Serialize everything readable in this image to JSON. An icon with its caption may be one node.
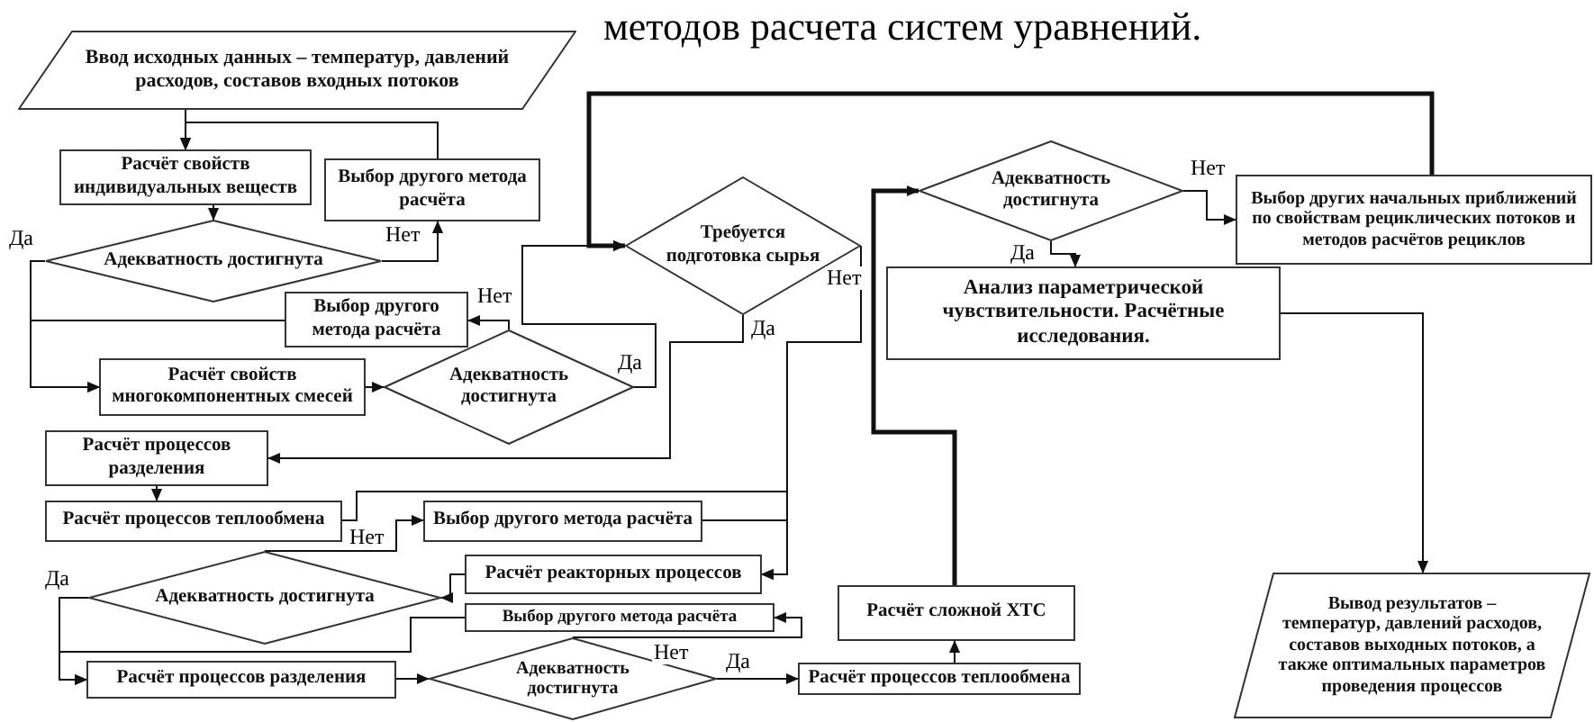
{
  "diagram": {
    "nodes": [
      {
        "text": [
          "Ввод исходных данных – температур, давлений расходов, составов входных потоков"
        ]
      },
      {
        "text": [
          "Расчёт свойств индивидуальных веществ"
        ]
      },
      {
        "text": [
          "Выбор другого метода расчёта"
        ]
      },
      {
        "text": [
          "Адекватность достигнута"
        ]
      },
      {
        "text": [
          "Выбор другого метода расчёта"
        ]
      },
      {
        "text": [
          "Расчёт свойств многокомпонентных смесей"
        ]
      },
      {
        "text": [
          "Адекватность достигнута"
        ]
      },
      {
        "text": [
          "Требуется подготовка сырья"
        ]
      },
      {
        "text": [
          "Расчёт процессов разделения"
        ]
      },
      {
        "text": [
          "Расчёт процессов теплообмена"
        ]
      },
      {
        "text": [
          "Выбор другого метода расчёта"
        ]
      },
      {
        "text": [
          "Адекватность достигнута"
        ]
      },
      {
        "text": [
          "Расчёт реакторных процессов"
        ]
      },
      {
        "text": [
          "Выбор другого метода расчёта"
        ]
      },
      {
        "text": [
          "Адекватность достигнута"
        ]
      },
      {
        "text": [
          "Расчёт процессов разделения"
        ]
      },
      {
        "text": [
          "Расчёт процессов теплообмена"
        ]
      },
      {
        "text": [
          "Расчёт сложной ХТС"
        ]
      },
      {
        "text": [
          "Адекватность достигнута"
        ]
      },
      {
        "text": [
          "Анализ параметрической чувствительности. Расчётные исследования."
        ]
      },
      {
        "text": [
          "Выбор других начальных приближений по свойствам рециклических потоков и методов расчётов рециклов"
        ]
      },
      {
        "text": [
          "Вывод результатов – температур, давлений расходов, составов выходных потоков, а также оптимальных параметров проведения процессов"
        ]
      }
    ],
    "edges": [
      {
        "from": 0,
        "to": 1,
        "arrow": "to"
      },
      {
        "from": 2,
        "to": 1,
        "arrow": "to"
      },
      {
        "from": 1,
        "to": 3,
        "arrow": "to"
      },
      {
        "from": 3,
        "to": 2,
        "label": "Нет",
        "arrow": "to"
      },
      {
        "from": 3,
        "to": 5,
        "label": "Да",
        "arrow": "to"
      },
      {
        "from": 6,
        "to": 4,
        "label": "Нет",
        "arrow": "to"
      },
      {
        "from": 4,
        "to": 5,
        "arrow": "to"
      },
      {
        "from": 5,
        "to": 6,
        "arrow": "to"
      },
      {
        "from": 6,
        "to": 7,
        "label": "Да",
        "arrow": "to"
      },
      {
        "from": 7,
        "to": 8,
        "label": "Да",
        "arrow": "to"
      },
      {
        "from": 7,
        "to": 12,
        "label": "Нет",
        "arrow": "to"
      },
      {
        "from": 8,
        "to": 9,
        "arrow": "to"
      },
      {
        "from": 9,
        "to": 12,
        "arrow": "to"
      },
      {
        "from": 10,
        "to": 12,
        "arrow": "to"
      },
      {
        "from": 12,
        "to": 11,
        "arrow": "to"
      },
      {
        "from": 11,
        "to": 10,
        "label": "Нет",
        "arrow": "to"
      },
      {
        "from": 11,
        "to": 15,
        "label": "Да",
        "arrow": "to"
      },
      {
        "from": 13,
        "to": 15,
        "arrow": "to"
      },
      {
        "from": 15,
        "to": 14,
        "arrow": "to"
      },
      {
        "from": 14,
        "to": 13,
        "label": "Нет",
        "arrow": "to"
      },
      {
        "from": 14,
        "to": 16,
        "label": "Да",
        "arrow": "to"
      },
      {
        "from": 16,
        "to": 17,
        "arrow": "to"
      },
      {
        "from": 17,
        "to": 18,
        "arrow": "to",
        "style": "thick"
      },
      {
        "from": 18,
        "to": 19,
        "label": "Да",
        "arrow": "to"
      },
      {
        "from": 18,
        "to": 20,
        "label": "Нет",
        "arrow": "to"
      },
      {
        "from": 19,
        "to": 21,
        "arrow": "to"
      },
      {
        "from": 20,
        "to": 7,
        "arrow": "to",
        "style": "thick"
      }
    ],
    "labels": [
      "методов расчета систем уравнений."
    ]
  }
}
